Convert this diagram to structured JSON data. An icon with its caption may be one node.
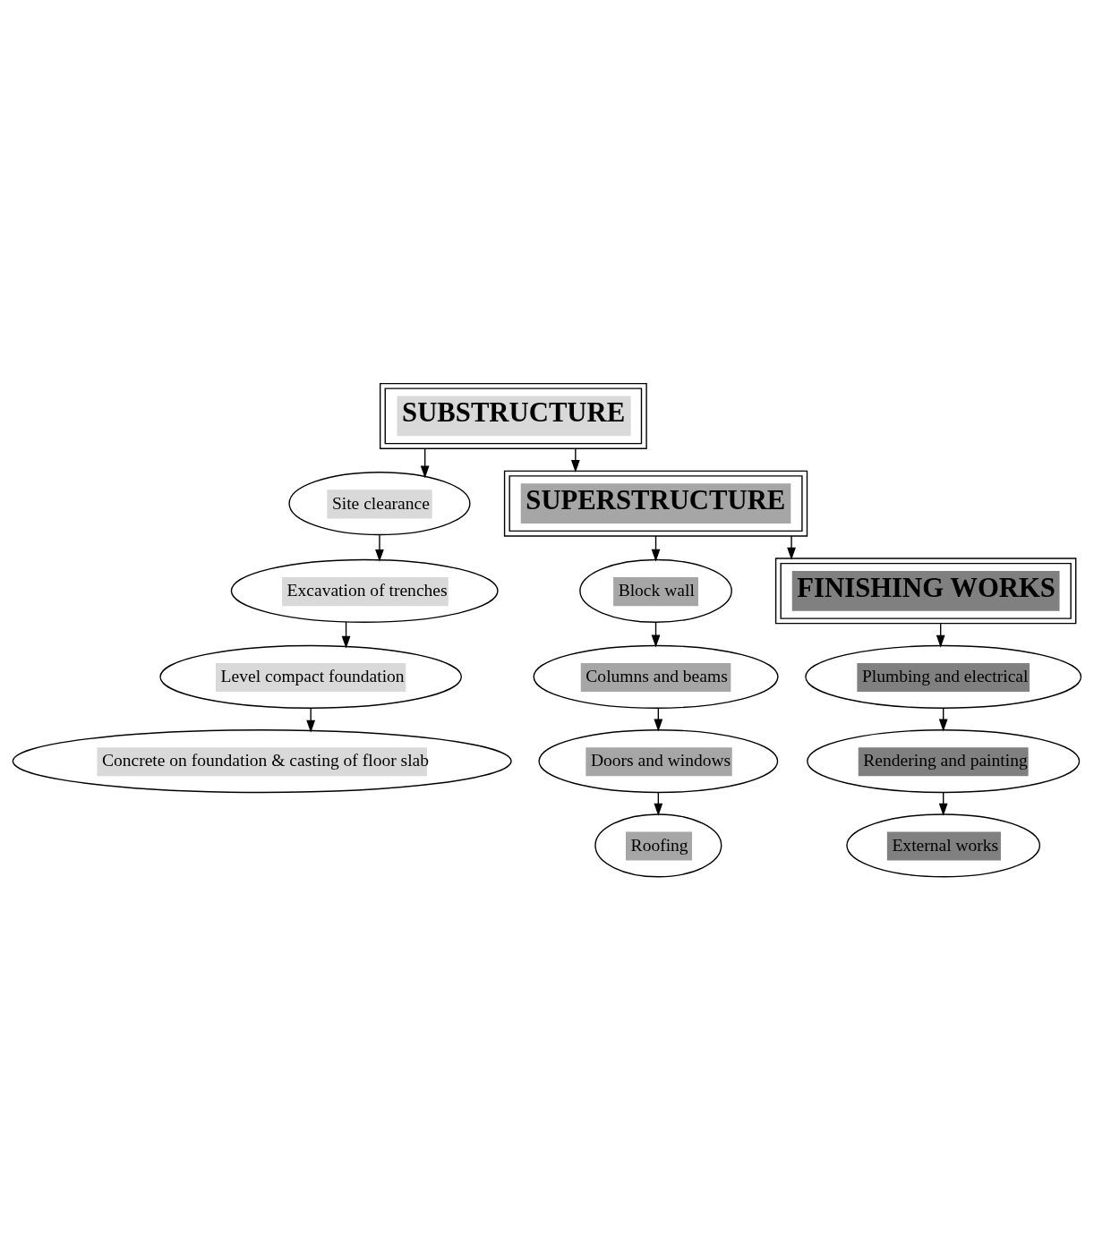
{
  "diagram": {
    "nodes": [
      {
        "text": [
          "SUBSTRUCTURE"
        ]
      },
      {
        "text": [
          "Site clearance"
        ]
      },
      {
        "text": [
          "Excavation of trenches"
        ]
      },
      {
        "text": [
          "Level compact foundation"
        ]
      },
      {
        "text": [
          "Concrete on foundation & casting of floor slab"
        ]
      },
      {
        "text": [
          "SUPERSTRUCTURE"
        ]
      },
      {
        "text": [
          "Block wall"
        ]
      },
      {
        "text": [
          "Columns and beams"
        ]
      },
      {
        "text": [
          "Doors and windows"
        ]
      },
      {
        "text": [
          "Roofing"
        ]
      },
      {
        "text": [
          "FINISHING WORKS"
        ]
      },
      {
        "text": [
          "Plumbing and electrical"
        ]
      },
      {
        "text": [
          "Rendering and painting"
        ]
      },
      {
        "text": [
          "External works"
        ]
      }
    ],
    "edges": [
      {
        "from": 0,
        "to": 1,
        "arrow": "to"
      },
      {
        "from": 1,
        "to": 2,
        "arrow": "to"
      },
      {
        "from": 2,
        "to": 3,
        "arrow": "to"
      },
      {
        "from": 3,
        "to": 4,
        "arrow": "to"
      },
      {
        "from": 0,
        "to": 5,
        "arrow": "to"
      },
      {
        "from": 5,
        "to": 6,
        "arrow": "to"
      },
      {
        "from": 6,
        "to": 7,
        "arrow": "to"
      },
      {
        "from": 7,
        "to": 8,
        "arrow": "to"
      },
      {
        "from": 8,
        "to": 9,
        "arrow": "to"
      },
      {
        "from": 5,
        "to": 10,
        "arrow": "to"
      },
      {
        "from": 10,
        "to": 11,
        "arrow": "to"
      },
      {
        "from": 11,
        "to": 12,
        "arrow": "to"
      },
      {
        "from": 12,
        "to": 13,
        "arrow": "to"
      }
    ]
  }
}
